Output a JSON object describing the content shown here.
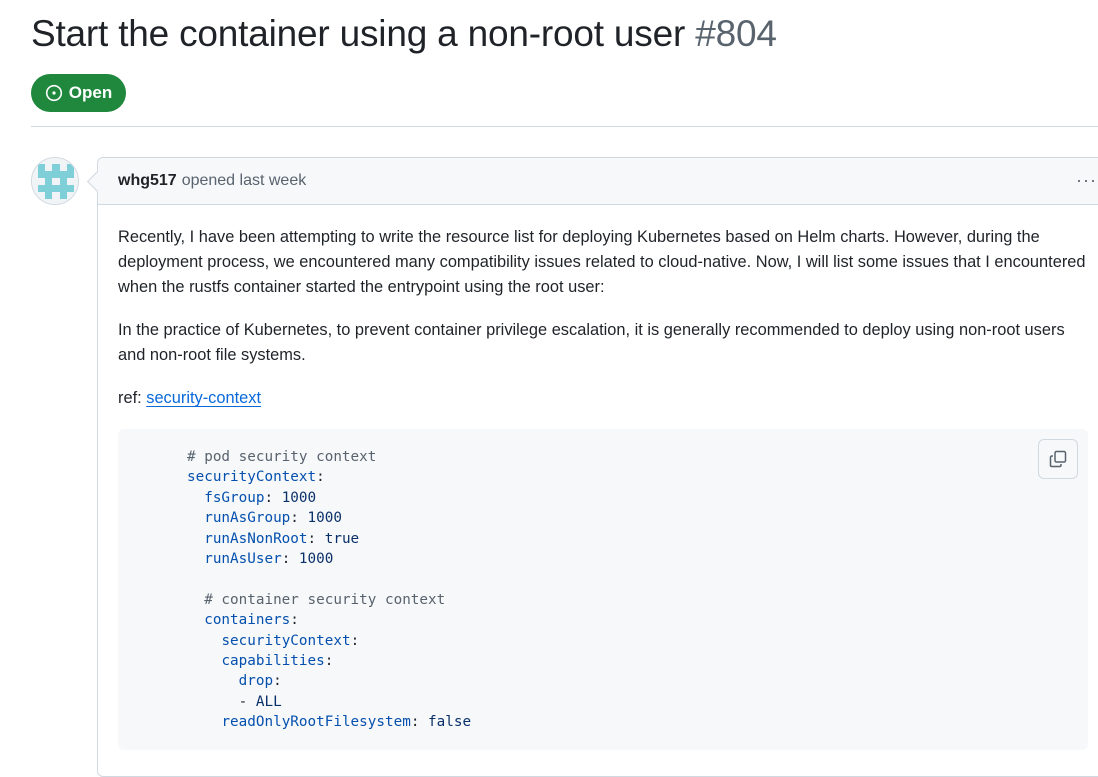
{
  "issue": {
    "title": "Start the container using a non-root user",
    "number": "#804",
    "state_label": "Open",
    "state_color": "#1f883d"
  },
  "comment": {
    "author": "whg517",
    "meta": "opened last week",
    "menu_icon": "kebab-horizontal-icon",
    "paragraphs": [
      "Recently, I have been attempting to write the resource list for deploying Kubernetes based on Helm charts. However, during the deployment process, we encountered many compatibility issues related to cloud-native. Now, I will list some issues that I encountered when the rustfs container started the entrypoint using the root user:",
      "In the practice of Kubernetes, to prevent container privilege escalation, it is generally recommended to deploy using non-root users and non-root file systems."
    ],
    "ref_prefix": "ref:",
    "ref_link": "security-context",
    "code_copy_icon": "copy-icon",
    "code_lines": [
      {
        "indent": "",
        "comment": "# pod security context"
      },
      {
        "indent": "",
        "key": "securityContext",
        "sep": ":"
      },
      {
        "indent": "  ",
        "key": "fsGroup",
        "sep": ": ",
        "val": "1000"
      },
      {
        "indent": "  ",
        "key": "runAsGroup",
        "sep": ": ",
        "val": "1000"
      },
      {
        "indent": "  ",
        "key": "runAsNonRoot",
        "sep": ": ",
        "val": "true"
      },
      {
        "indent": "  ",
        "key": "runAsUser",
        "sep": ": ",
        "val": "1000"
      },
      {
        "indent": ""
      },
      {
        "indent": "  ",
        "comment": "# container security context"
      },
      {
        "indent": "  ",
        "key": "containers",
        "sep": ":"
      },
      {
        "indent": "    ",
        "key": "securityContext",
        "sep": ":"
      },
      {
        "indent": "    ",
        "key": "capabilities",
        "sep": ":"
      },
      {
        "indent": "      ",
        "key": "drop",
        "sep": ":"
      },
      {
        "indent": "      ",
        "sep": "- ",
        "val": "ALL"
      },
      {
        "indent": "    ",
        "key": "readOnlyRootFilesystem",
        "sep": ": ",
        "val": "false"
      }
    ]
  }
}
